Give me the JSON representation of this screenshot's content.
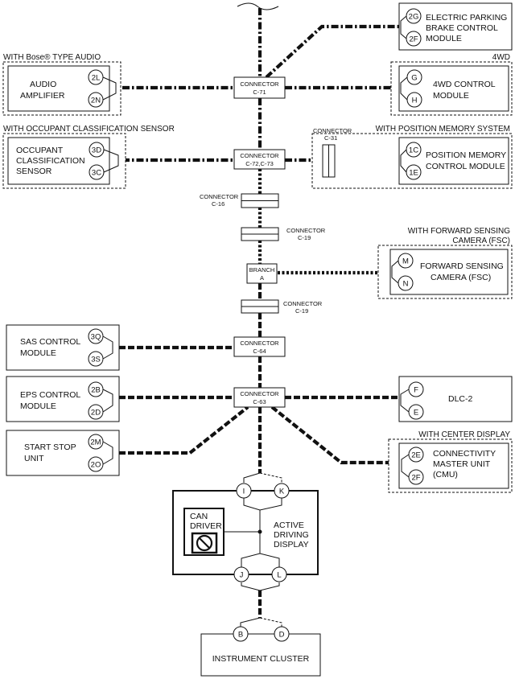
{
  "groups": {
    "bose": "WITH Bose® TYPE AUDIO",
    "fourwd": "4WD",
    "ocs": "WITH OCCUPANT CLASSIFICATION SENSOR",
    "posmem": "WITH POSITION MEMORY SYSTEM",
    "fsc_l1": "WITH FORWARD SENSING",
    "fsc_l2": "CAMERA (FSC)",
    "cmu": "WITH CENTER DISPLAY"
  },
  "modules": {
    "epb": {
      "l1": "ELECTRIC PARKING",
      "l2": "BRAKE CONTROL",
      "l3": "MODULE",
      "pins": [
        "2G",
        "2F"
      ]
    },
    "audio": {
      "l1": "AUDIO",
      "l2": "AMPLIFIER",
      "pins": [
        "2L",
        "2N"
      ]
    },
    "fourwd": {
      "l1": "4WD CONTROL",
      "l2": "MODULE",
      "pins": [
        "G",
        "H"
      ]
    },
    "ocs": {
      "l1": "OCCUPANT",
      "l2": "CLASSIFICATION",
      "l3": "SENSOR",
      "pins": [
        "3D",
        "3C"
      ]
    },
    "posmem": {
      "l1": "POSITION MEMORY",
      "l2": "CONTROL MODULE",
      "pins": [
        "1C",
        "1E"
      ]
    },
    "fsc": {
      "l1": "FORWARD SENSING",
      "l2": "CAMERA (FSC)",
      "pins": [
        "M",
        "N"
      ]
    },
    "sas": {
      "l1": "SAS CONTROL",
      "l2": "MODULE",
      "pins": [
        "3Q",
        "3S"
      ]
    },
    "eps": {
      "l1": "EPS CONTROL",
      "l2": "MODULE",
      "pins": [
        "2B",
        "2D"
      ]
    },
    "dlc": {
      "l1": "DLC-2",
      "pins": [
        "F",
        "E"
      ]
    },
    "ssu": {
      "l1": "START STOP",
      "l2": "UNIT",
      "pins": [
        "2M",
        "2O"
      ]
    },
    "cmu": {
      "l1": "CONNECTIVITY",
      "l2": "MASTER UNIT",
      "l3": "(CMU)",
      "pins": [
        "2E",
        "2F"
      ]
    },
    "add": {
      "l1": "ACTIVE",
      "l2": "DRIVING",
      "l3": "DISPLAY",
      "pins": [
        "I",
        "K",
        "J",
        "L"
      ]
    },
    "can_driver": {
      "l1": "CAN",
      "l2": "DRIVER"
    },
    "cluster": {
      "l1": "INSTRUMENT CLUSTER",
      "pins": [
        "B",
        "D"
      ]
    }
  },
  "connectors": {
    "c71": {
      "l1": "CONNECTOR",
      "l2": "C-71"
    },
    "c72": {
      "l1": "CONNECTOR",
      "l2": "C-72,C-73"
    },
    "c31": {
      "l1": "CONNECTOR",
      "l2": "C-31"
    },
    "c16": {
      "l1": "CONNECTOR",
      "l2": "C-16"
    },
    "c19a": {
      "l1": "CONNECTOR",
      "l2": "C-19"
    },
    "branch": {
      "l1": "BRANCH",
      "l2": "A"
    },
    "c19b": {
      "l1": "CONNECTOR",
      "l2": "C-19"
    },
    "c64": {
      "l1": "CONNECTOR",
      "l2": "C-64"
    },
    "c63": {
      "l1": "CONNECTOR",
      "l2": "C-63"
    }
  },
  "icons": {
    "can_driver": "prohibited-icon"
  }
}
